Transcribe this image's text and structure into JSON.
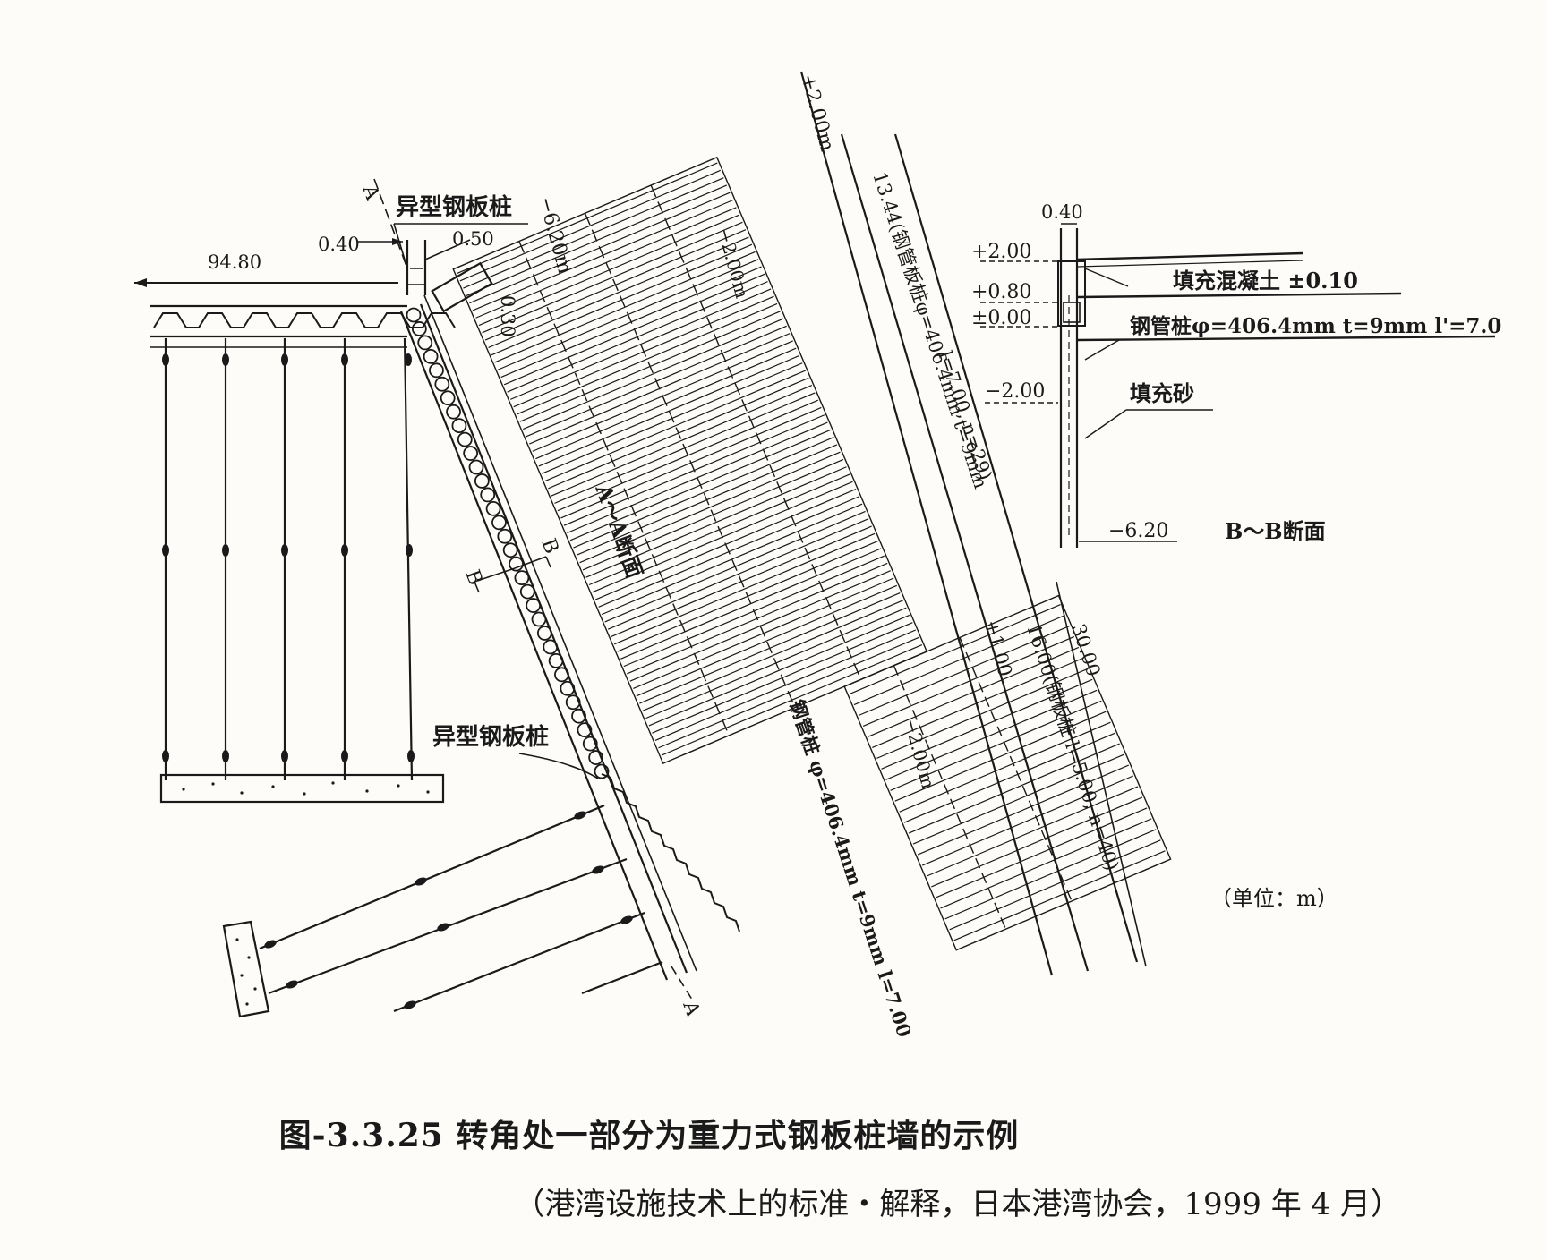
{
  "labels": {
    "special_sheet_pile_top": "异型钢板桩",
    "special_sheet_pile_bottom": "异型钢板桩",
    "dim_9480": "94.80",
    "dim_040": "0.40",
    "dim_050": "0.50",
    "dim_030": "0.30",
    "section_a_top": "A",
    "section_a_bottom": "A",
    "section_b_left": "B",
    "section_b_right": "B",
    "aa_section": "A～A断面",
    "elev_top_plus2": "+2.00m",
    "elev_minus620": "−6.20m",
    "elev_minus200_a": "−2.00m",
    "elev_minus200_b": "−2.00m",
    "elev_plus100": "+1.00",
    "steel_pipe_sheet_pile": "13.44(钢管板桩φ=406.4mm  t=9mm",
    "steel_pipe_sheet_pile_2": "l=7.00, n=29)",
    "dim_3000": "30.00",
    "steel_sheet_pile": "16.00(钢板桩 l=5.00, n=40)",
    "steel_pipe_pile": "钢管桩 φ=406.4mm  t=9mm  l=7.00",
    "unit": "（单位：m）"
  },
  "bb_section": {
    "title": "B～B断面",
    "width": "0.40",
    "elev_plus200": "+2.00",
    "elev_plus080": "+0.80",
    "elev_000": "±0.00",
    "elev_minus200": "−2.00",
    "elev_minus620": "−6.20",
    "concrete_fill": "填充混凝土 ±0.10",
    "pipe_pile": "钢管桩φ=406.4mm  t=9mm  l'=7.0",
    "sand_fill": "填充砂"
  },
  "caption": "图-3.3.25  转角处一部分为重力式钢板桩墙的示例",
  "source": "（港湾设施技术上的标准・解释，日本港湾协会，1999 年 4 月）"
}
